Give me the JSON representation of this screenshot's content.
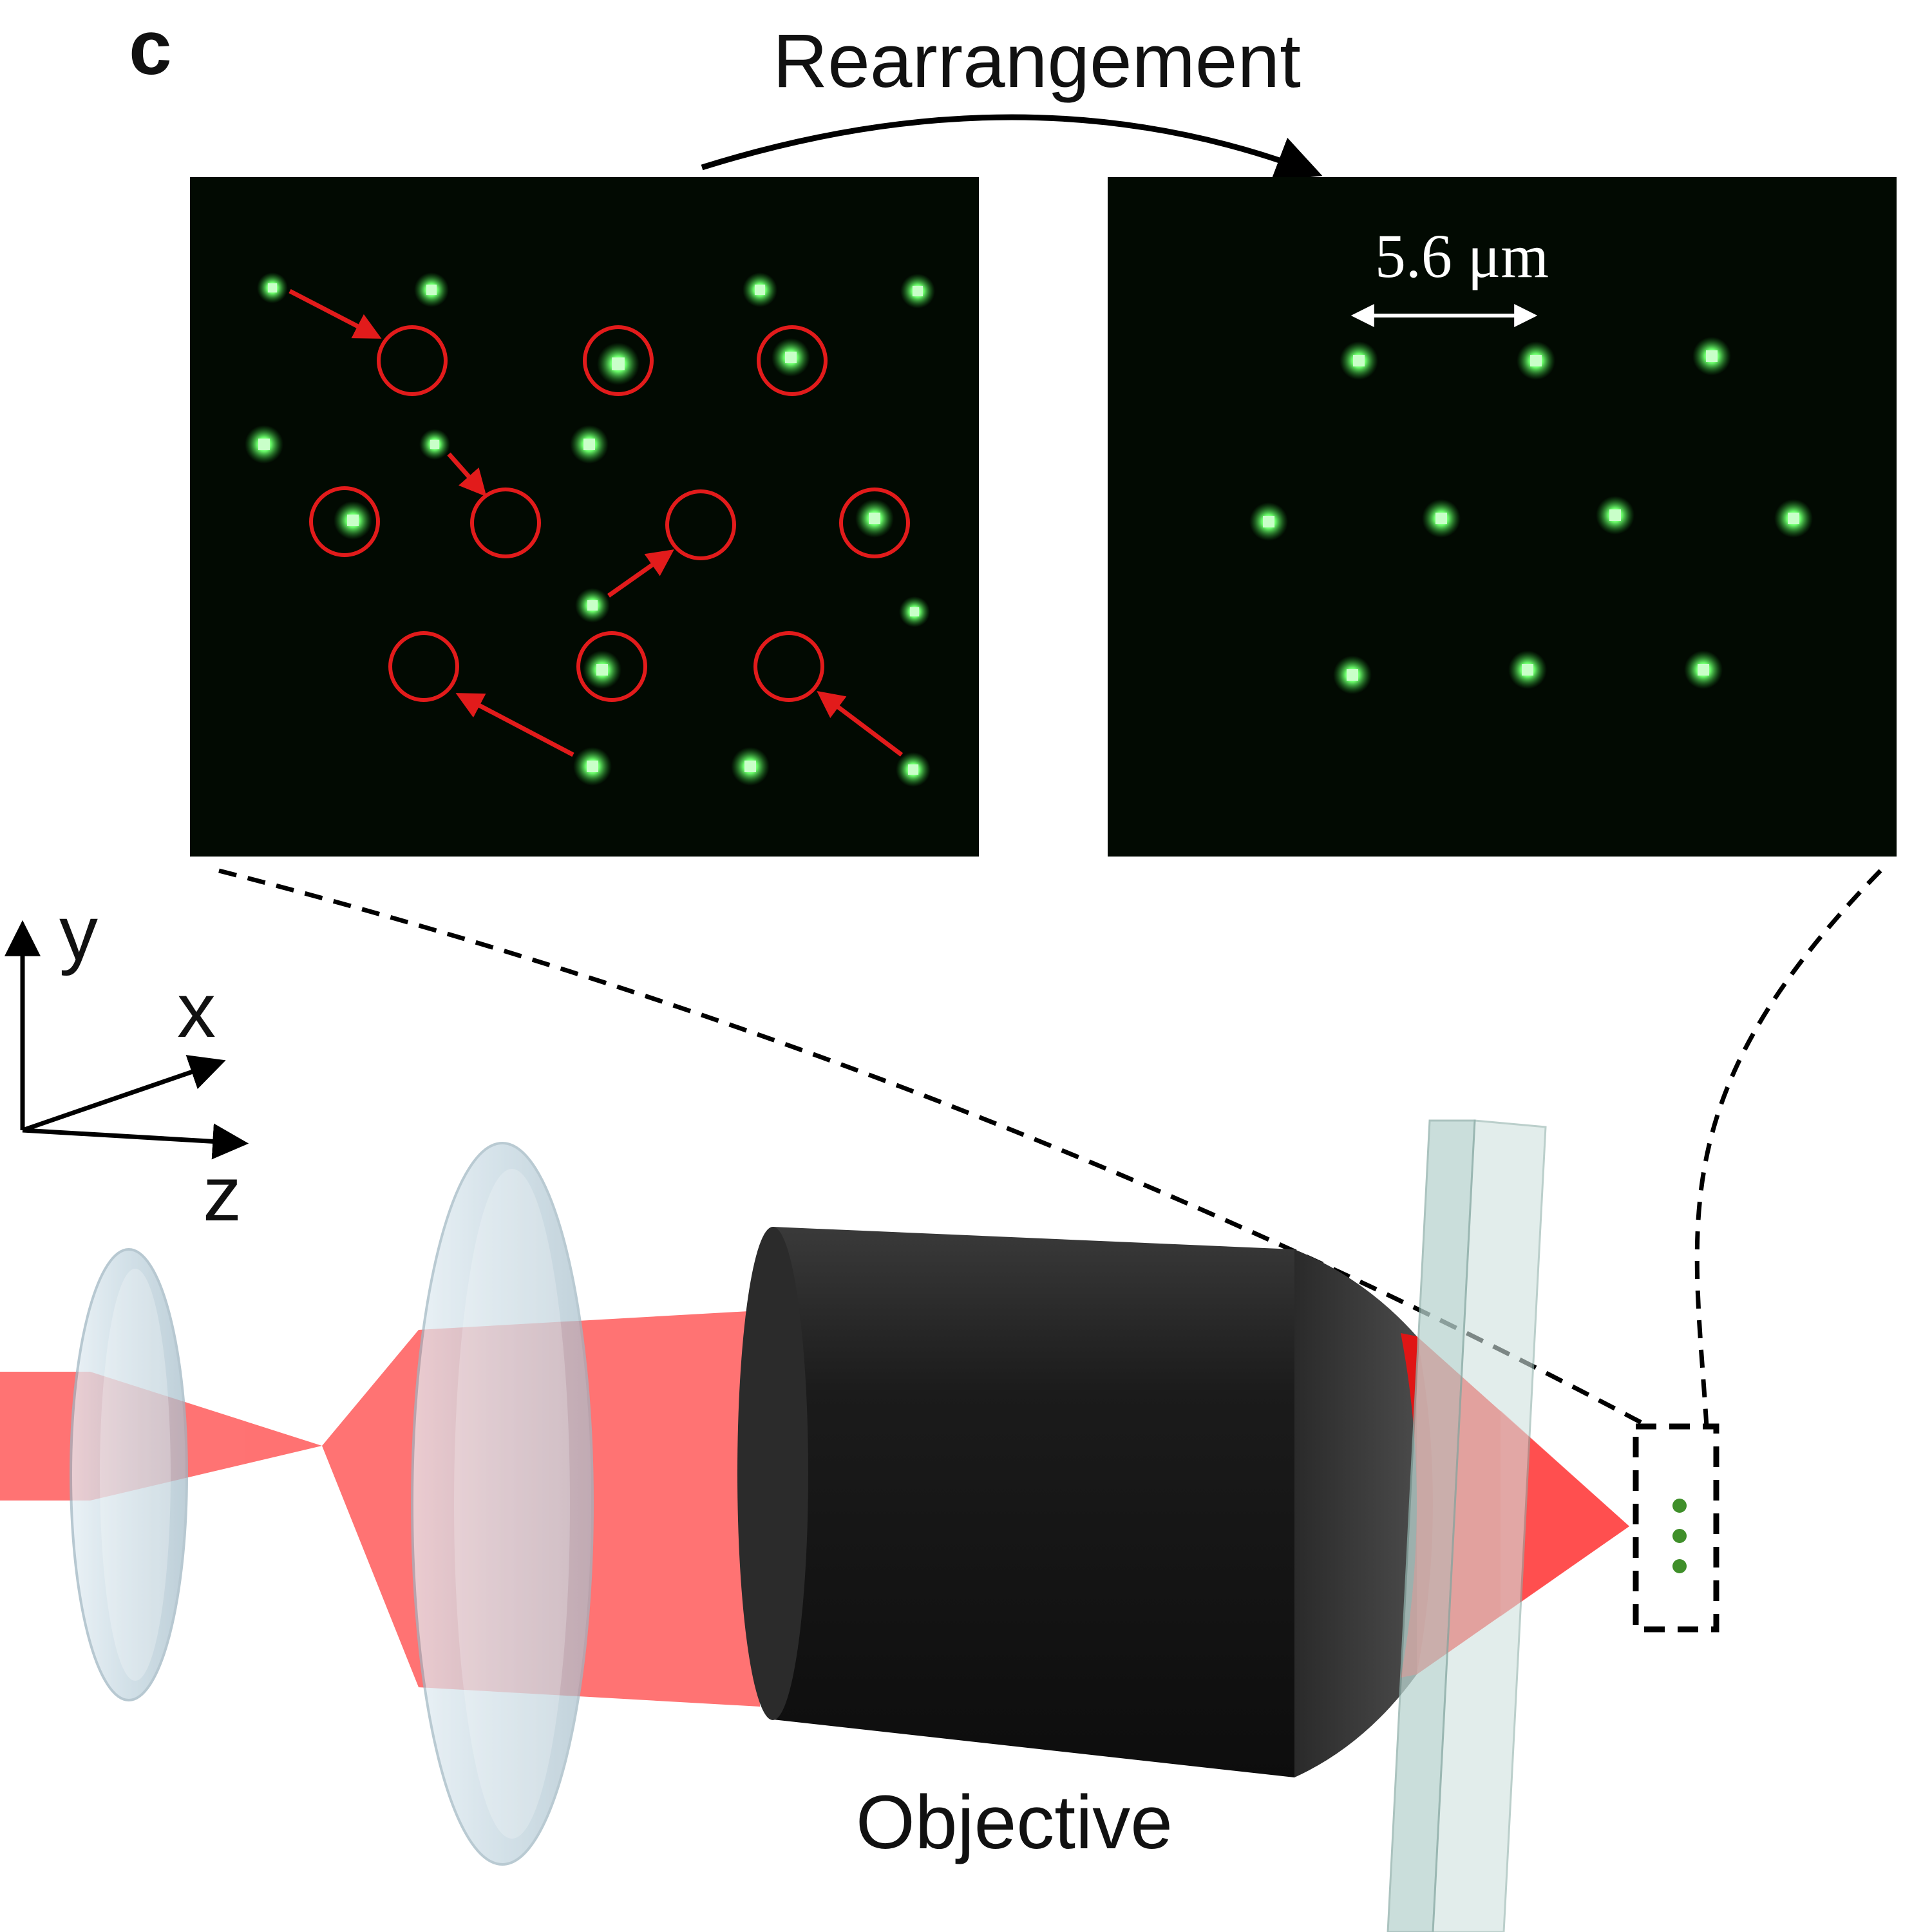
{
  "panel_label": "c",
  "arrow_label": "Rearrangement",
  "scale_bar_label": "5.6 μm",
  "axes": {
    "y": "y",
    "x": "x",
    "z": "z"
  },
  "objective_label": "Objective",
  "colors": {
    "atom": "#5dff6a",
    "marker": "#e21b1b",
    "beam": "#ff5a5a",
    "panel_bg": "#020a02",
    "objective": "#1a1a1a",
    "lens": "#cfdde6",
    "window": "#b9d3cf"
  }
}
